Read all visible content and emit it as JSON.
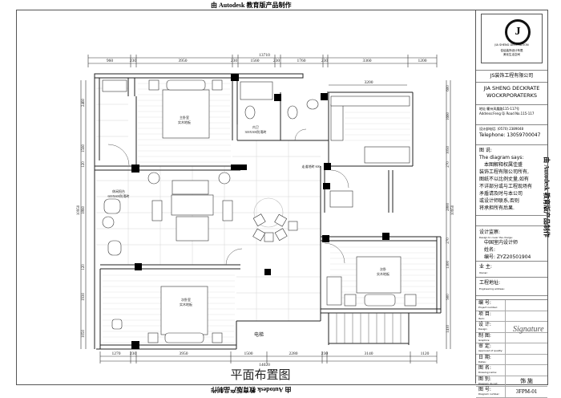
{
  "watermark": "由 Autodesk 教育版产品制作",
  "drawing_title": "平面布置图",
  "dimensions": {
    "top_total": "13710",
    "top": [
      "960",
      "230",
      "3950",
      "230",
      "1560",
      "230",
      "1760",
      "230",
      "3360",
      "1200"
    ],
    "top_inner": "3200",
    "bottom_total": "14020",
    "bottom": [
      "1270",
      "230",
      "3950",
      "1500",
      "2280",
      "230",
      "3140",
      "1120"
    ],
    "left_total": "10950",
    "left": [
      "2460",
      "1560",
      "120",
      "1860",
      "120",
      "1930",
      "1050"
    ],
    "right_total": "10950",
    "right": [
      "600",
      "1660",
      "1050",
      "270",
      "2800",
      "270",
      "1300",
      "900",
      "1410"
    ]
  },
  "rooms": {
    "master_bedroom": "主卧室",
    "master_bedroom_floor": "实木地板",
    "bathroom": "内卫",
    "bathroom_floor": "300X300防滑砖",
    "balcony": "休闲阳台",
    "balcony_floor": "600X600防滑砖",
    "second_bedroom": "次卧室",
    "second_bedroom_floor": "实木地板",
    "third_bedroom": "次卧",
    "third_bedroom_floor": "实木地板",
    "elevator": "电梯",
    "corridor_note": "走道地砖 600"
  },
  "title_block": {
    "logo_caption": "JIA SHENG DECORATION",
    "logo_sub1": "佳绘装饰设计有限",
    "logo_sub2": "美化生活空间",
    "logo_mark": "J",
    "company_cn": "JS装饰工程有限公司",
    "company_en": "JIA SHENG DECKRATE WOCKRPORATERKS",
    "address_cn": "地址:衢州凤凰路115-117号",
    "address_en": "Address:Feng Qi Road No.115-117",
    "phone_cn": "设计部电话: (0570) 2389048",
    "phone_en": "Telephone: 13059700047",
    "diagram_says_cn": "图 说:",
    "diagram_says_en": "The diagram says:",
    "notice": [
      "本图解释权属佳盛",
      "装饰工程有限公司所有,",
      "图纸不以比例丈量,如有",
      "不详部分或与工程现场有",
      "矛盾请及时与本公司",
      "或设计师联系,否则",
      "将承担所有后果."
    ],
    "supervision_cn": "设计监察:",
    "supervision_en": "Design to cover the charge:",
    "designer_org": "中国室内设计师",
    "name_label": "姓名:",
    "number_label": "编号: ZYZ20501904",
    "owner_cn": "业 主:",
    "owner_en": "Owner:",
    "site_cn": "工程地址:",
    "site_en": "Engineering address:",
    "rows": [
      {
        "cn": "编 号:",
        "en": "Project number:",
        "value": ""
      },
      {
        "cn": "项 目:",
        "en": "Item:",
        "value": ""
      },
      {
        "cn": "设 计:",
        "en": "Design:",
        "value": ""
      },
      {
        "cn": "制 图:",
        "en": "Graphics:",
        "value": ""
      },
      {
        "cn": "审 定:",
        "en": "Approved of quality:",
        "value": ""
      },
      {
        "cn": "日 期:",
        "en": "Dates:",
        "value": ""
      },
      {
        "cn": "图 名:",
        "en": "Drawing name:",
        "value": ""
      },
      {
        "cn": "图 别:",
        "en": "Diagram do not:",
        "value": "饰 施"
      },
      {
        "cn": "图 号:",
        "en": "Diagram number:",
        "value": "3FPM-01"
      }
    ],
    "signature": "Signature"
  }
}
